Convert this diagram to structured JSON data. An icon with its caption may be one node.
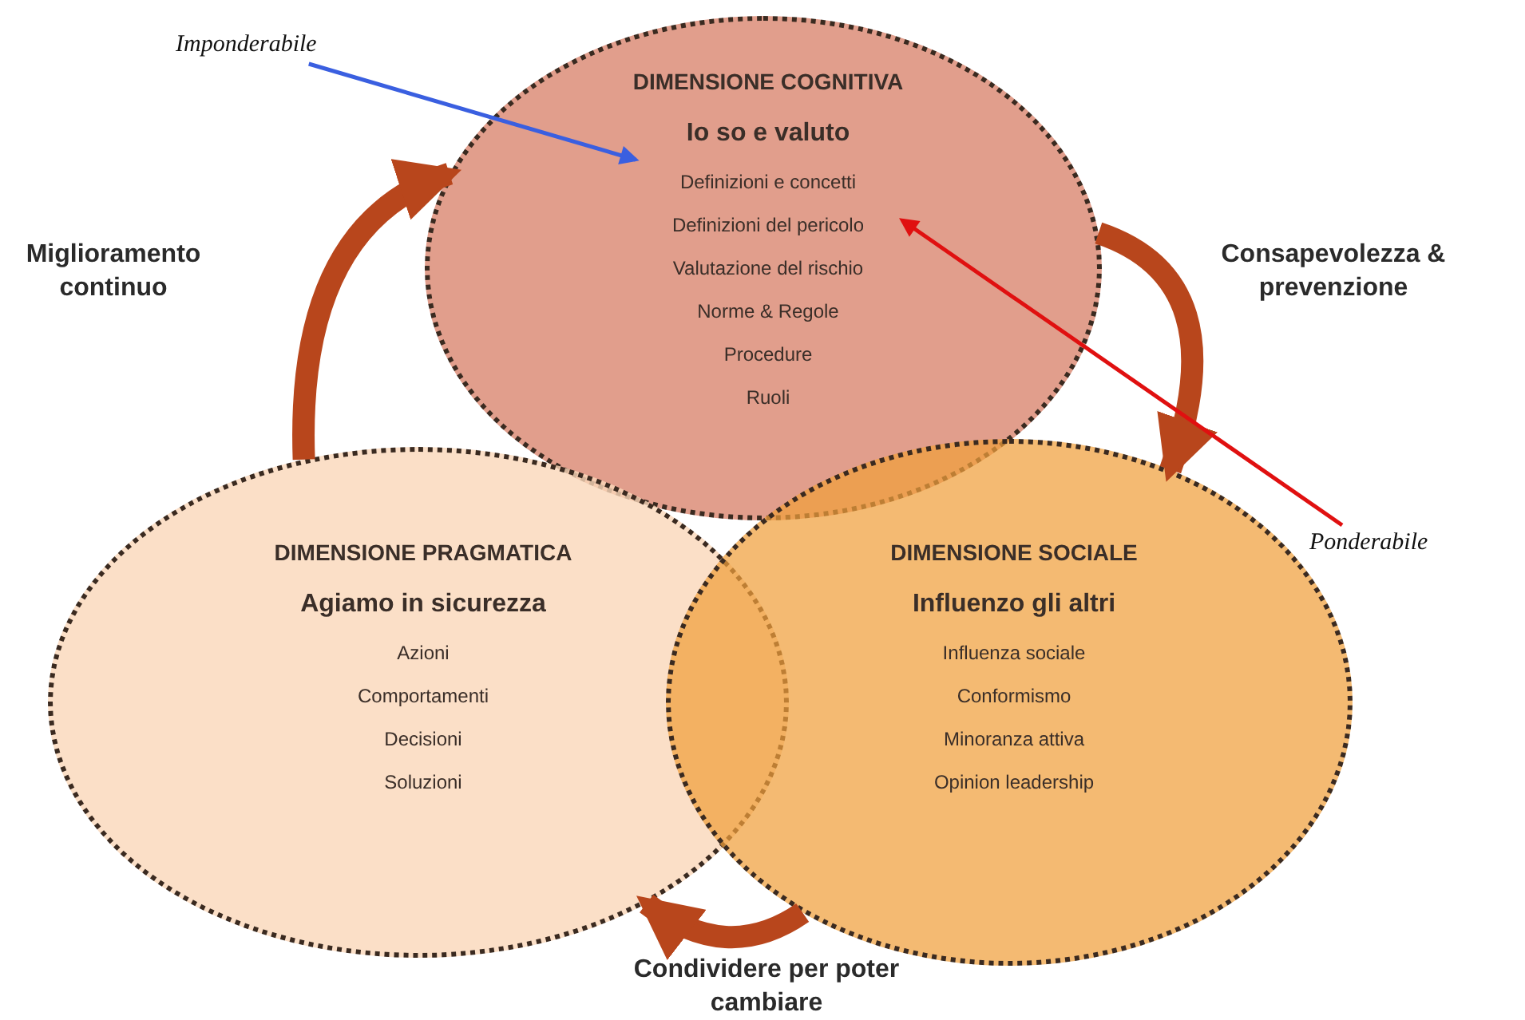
{
  "diagram": {
    "nodes": [
      {
        "text": [
          "DIMENSIONE COGNITIVA",
          "Io so e valuto",
          "Definizioni e concetti",
          "Definizioni del pericolo",
          "Valutazione del rischio",
          "Norme & Regole",
          "Procedure",
          "Ruoli"
        ]
      },
      {
        "text": [
          "DIMENSIONE PRAGMATICA",
          "Agiamo in sicurezza",
          "Azioni",
          "Comportamenti",
          "Decisioni",
          "Soluzioni"
        ]
      },
      {
        "text": [
          "DIMENSIONE SOCIALE",
          "Influenzo gli altri",
          "Influenza sociale",
          "Conformismo",
          "Minoranza attiva",
          "Opinion leadership"
        ]
      },
      {
        "text": [
          "Imponderabile"
        ]
      },
      {
        "text": [
          "Ponderabile"
        ]
      }
    ],
    "edges": [
      {
        "from": 0,
        "to": 2,
        "arrow": "to",
        "label": "Consapevolezza & prevenzione"
      },
      {
        "from": 2,
        "to": 1,
        "arrow": "to",
        "label": "Condividere per poter cambiare"
      },
      {
        "from": 1,
        "to": 0,
        "arrow": "to",
        "label": "Miglioramento continuo"
      },
      {
        "from": 3,
        "to": 0,
        "arrow": "to",
        "color": "#3a5fe0"
      },
      {
        "from": 4,
        "to": 0,
        "arrow": "to",
        "color": "#e01010"
      }
    ]
  }
}
